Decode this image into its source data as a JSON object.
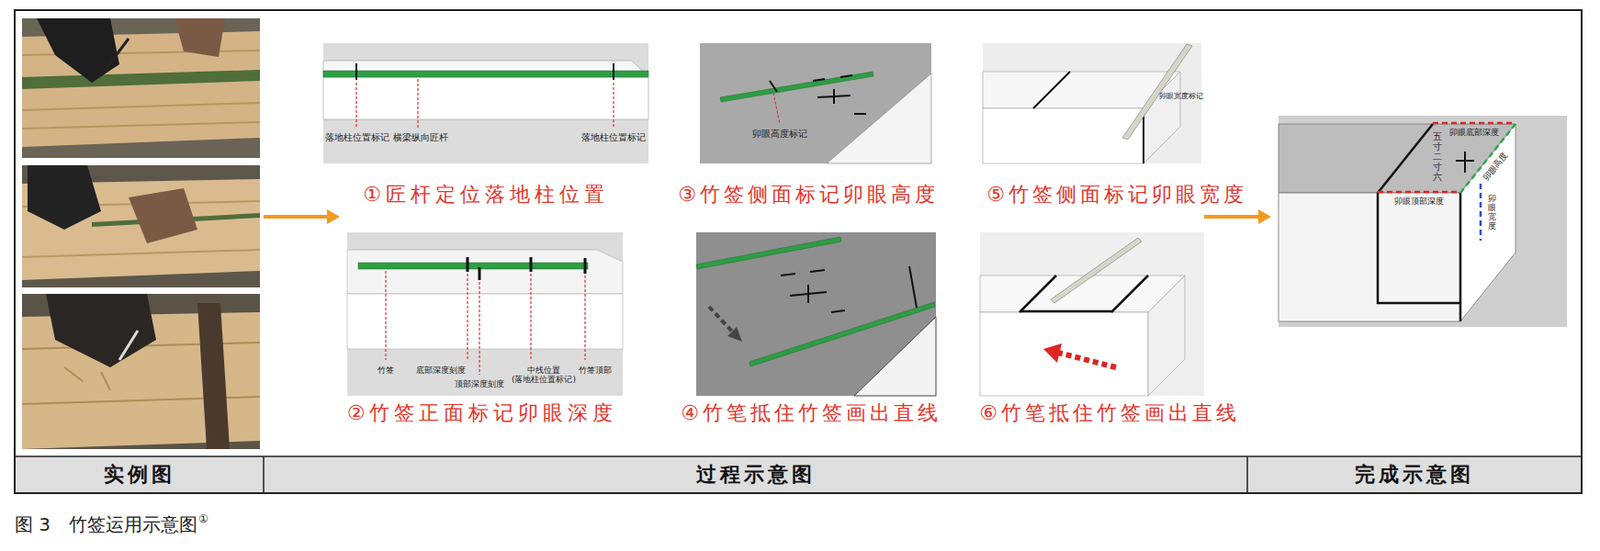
{
  "diagram": {
    "caption": "图 3　竹签运用示意图",
    "nodes": [
      {
        "text": [
          "实例图"
        ]
      },
      {
        "text": [
          "过程示意图"
        ]
      },
      {
        "text": [
          "①匠杆定位落地柱位置"
        ],
        "in": 1
      },
      {
        "text": [
          "②竹签正面标记卯眼深度"
        ],
        "in": 1
      },
      {
        "text": [
          "③竹签侧面标记卯眼高度"
        ],
        "in": 1
      },
      {
        "text": [
          "④竹笔抵住竹签画出直线"
        ],
        "in": 1
      },
      {
        "text": [
          "⑤竹签侧面标记卯眼宽度"
        ],
        "in": 1
      },
      {
        "text": [
          "⑥竹笔抵住竹签画出直线"
        ],
        "in": 1
      },
      {
        "text": [
          "完成示意图"
        ]
      }
    ],
    "labels": [
      "落地柱位置标记",
      "横梁纵向匠杆",
      "落地柱位置标记",
      "竹签",
      "底部深度刻度",
      "顶部深度刻度",
      "中线位置 (落地柱位置标记)",
      "竹签顶部",
      "卯眼高度标记",
      "卯眼宽度标记",
      "卯眼底部深度",
      "五寸二寸六",
      "卯眼顶部深度",
      "卯眼高度",
      "卯眼宽度",
      "①"
    ]
  }
}
